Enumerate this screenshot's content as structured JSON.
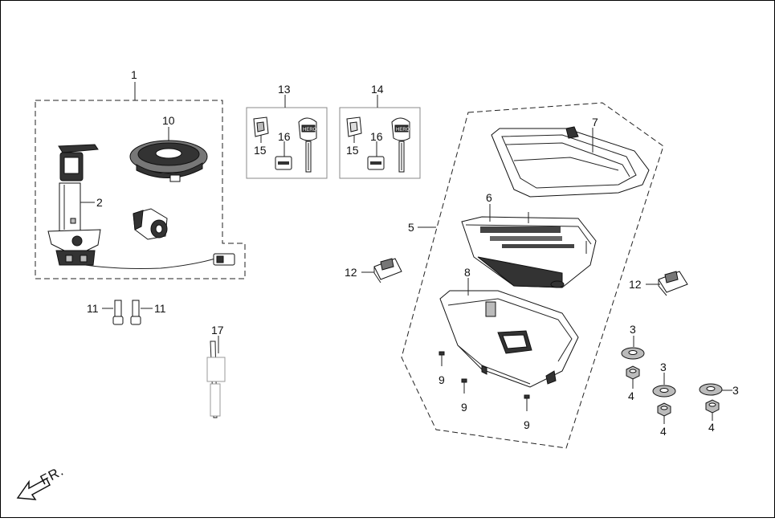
{
  "labels": {
    "p1": "1",
    "p2": "2",
    "p3a": "3",
    "p3b": "3",
    "p3c": "3",
    "p4a": "4",
    "p4b": "4",
    "p4c": "4",
    "p5": "5",
    "p6": "6",
    "p7": "7",
    "p8": "8",
    "p9a": "9",
    "p9b": "9",
    "p9c": "9",
    "p10": "10",
    "p11a": "11",
    "p11b": "11",
    "p12a": "12",
    "p12b": "12",
    "p13": "13",
    "p14": "14",
    "p15a": "15",
    "p15b": "15",
    "p16a": "16",
    "p16b": "16",
    "p17": "17"
  },
  "direction_label": "FR.",
  "key_brand": "HERO"
}
